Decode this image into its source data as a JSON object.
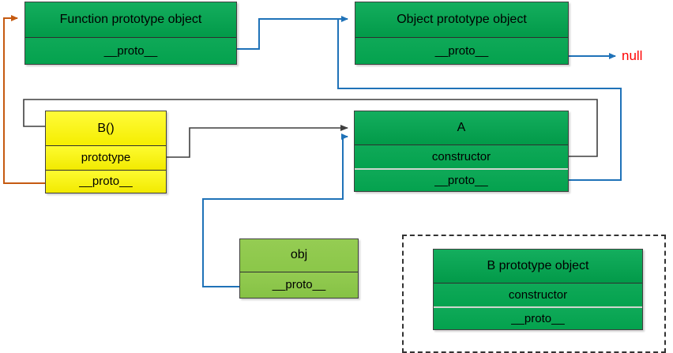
{
  "diagram": {
    "title": "JavaScript prototype chain diagram",
    "colors": {
      "green_node": "#06a44f",
      "yellow_node": "#f6ef00",
      "light_green_node": "#8cc64a",
      "blue_wire": "#1f72b8",
      "orange_wire": "#c55a11",
      "black_wire": "#3f3f3f",
      "null_text": "#ff0000"
    },
    "nodes": {
      "function_prototype": {
        "title": "Function prototype object",
        "rows": [
          "__proto__"
        ]
      },
      "object_prototype": {
        "title": "Object prototype object",
        "rows": [
          "__proto__"
        ]
      },
      "b_function": {
        "title": "B()",
        "rows": [
          "prototype",
          "__proto__"
        ]
      },
      "a_object": {
        "title": "A",
        "rows": [
          "constructor",
          "__proto__"
        ]
      },
      "obj_instance": {
        "title": "obj",
        "rows": [
          "__proto__"
        ]
      },
      "b_prototype": {
        "title": "B prototype object",
        "rows": [
          "constructor",
          "__proto__"
        ]
      }
    },
    "labels": {
      "null_value": "null"
    }
  }
}
